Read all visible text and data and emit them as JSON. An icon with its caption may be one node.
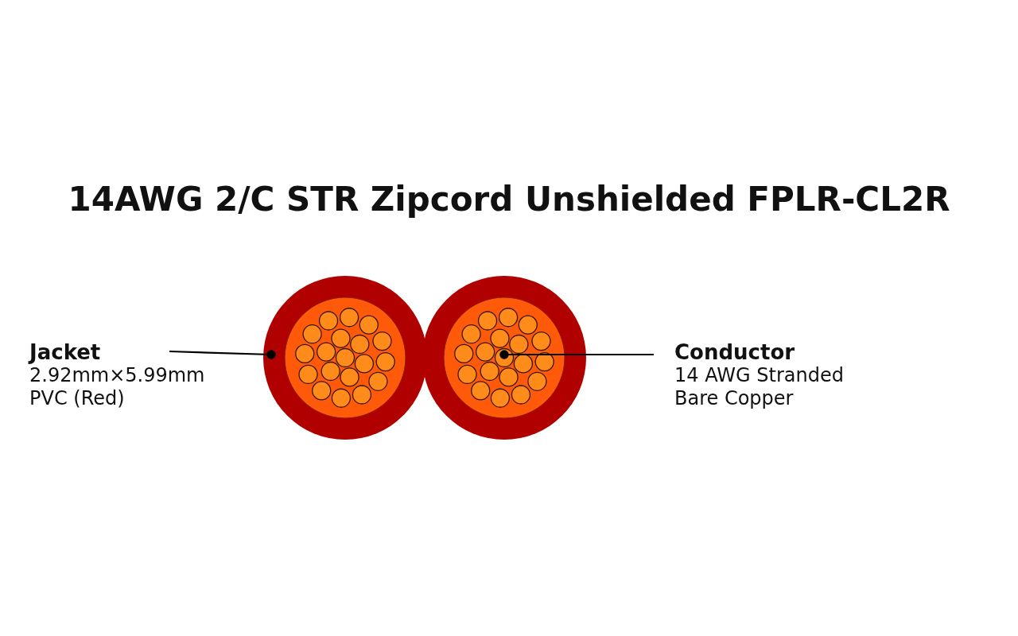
{
  "diagram": {
    "title": "14AWG 2/C STR Zipcord Unshielded FPLR-CL2R",
    "nodes": [
      {
        "text": [
          "Jacket",
          "2.92mm×5.99mm PVC (Red)"
        ]
      },
      {
        "text": [],
        "shape": "picture"
      },
      {
        "text": [
          "Conductor",
          "14 AWG Stranded Bare Copper"
        ]
      },
      {
        "text": [],
        "shape": "picture"
      }
    ],
    "edges": [
      {
        "from": 0,
        "to": 1,
        "arrow": "other"
      },
      {
        "from": 2,
        "to": 3,
        "arrow": "other"
      }
    ]
  }
}
